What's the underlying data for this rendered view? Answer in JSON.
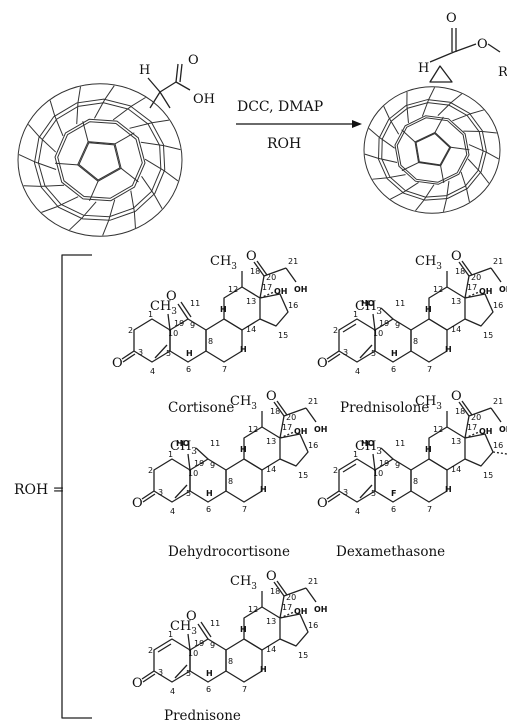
{
  "reaction": {
    "reagents": "DCC, DMAP",
    "solvent_reagent": "ROH",
    "start_H": "H",
    "start_O": "O",
    "start_OH": "OH",
    "prod_H": "H",
    "prod_O1": "O",
    "prod_O2": "O",
    "prod_R": "R"
  },
  "roh_label": "ROH =",
  "atoms": {
    "O": "O",
    "OH": "OH",
    "H": "H",
    "F": "F",
    "HO": "HO",
    "CH": "CH",
    "sub3": "3"
  },
  "steroids": [
    {
      "name": "Cortisone"
    },
    {
      "name": "Prednisolone"
    },
    {
      "name": "Dehydrocortisone"
    },
    {
      "name": "Dexamethasone"
    },
    {
      "name": "Prednisone"
    }
  ],
  "numbers": [
    "1",
    "2",
    "3",
    "4",
    "5",
    "6",
    "7",
    "8",
    "9",
    "10",
    "11",
    "12",
    "13",
    "14",
    "15",
    "16",
    "17",
    "18",
    "19",
    "20",
    "21"
  ]
}
